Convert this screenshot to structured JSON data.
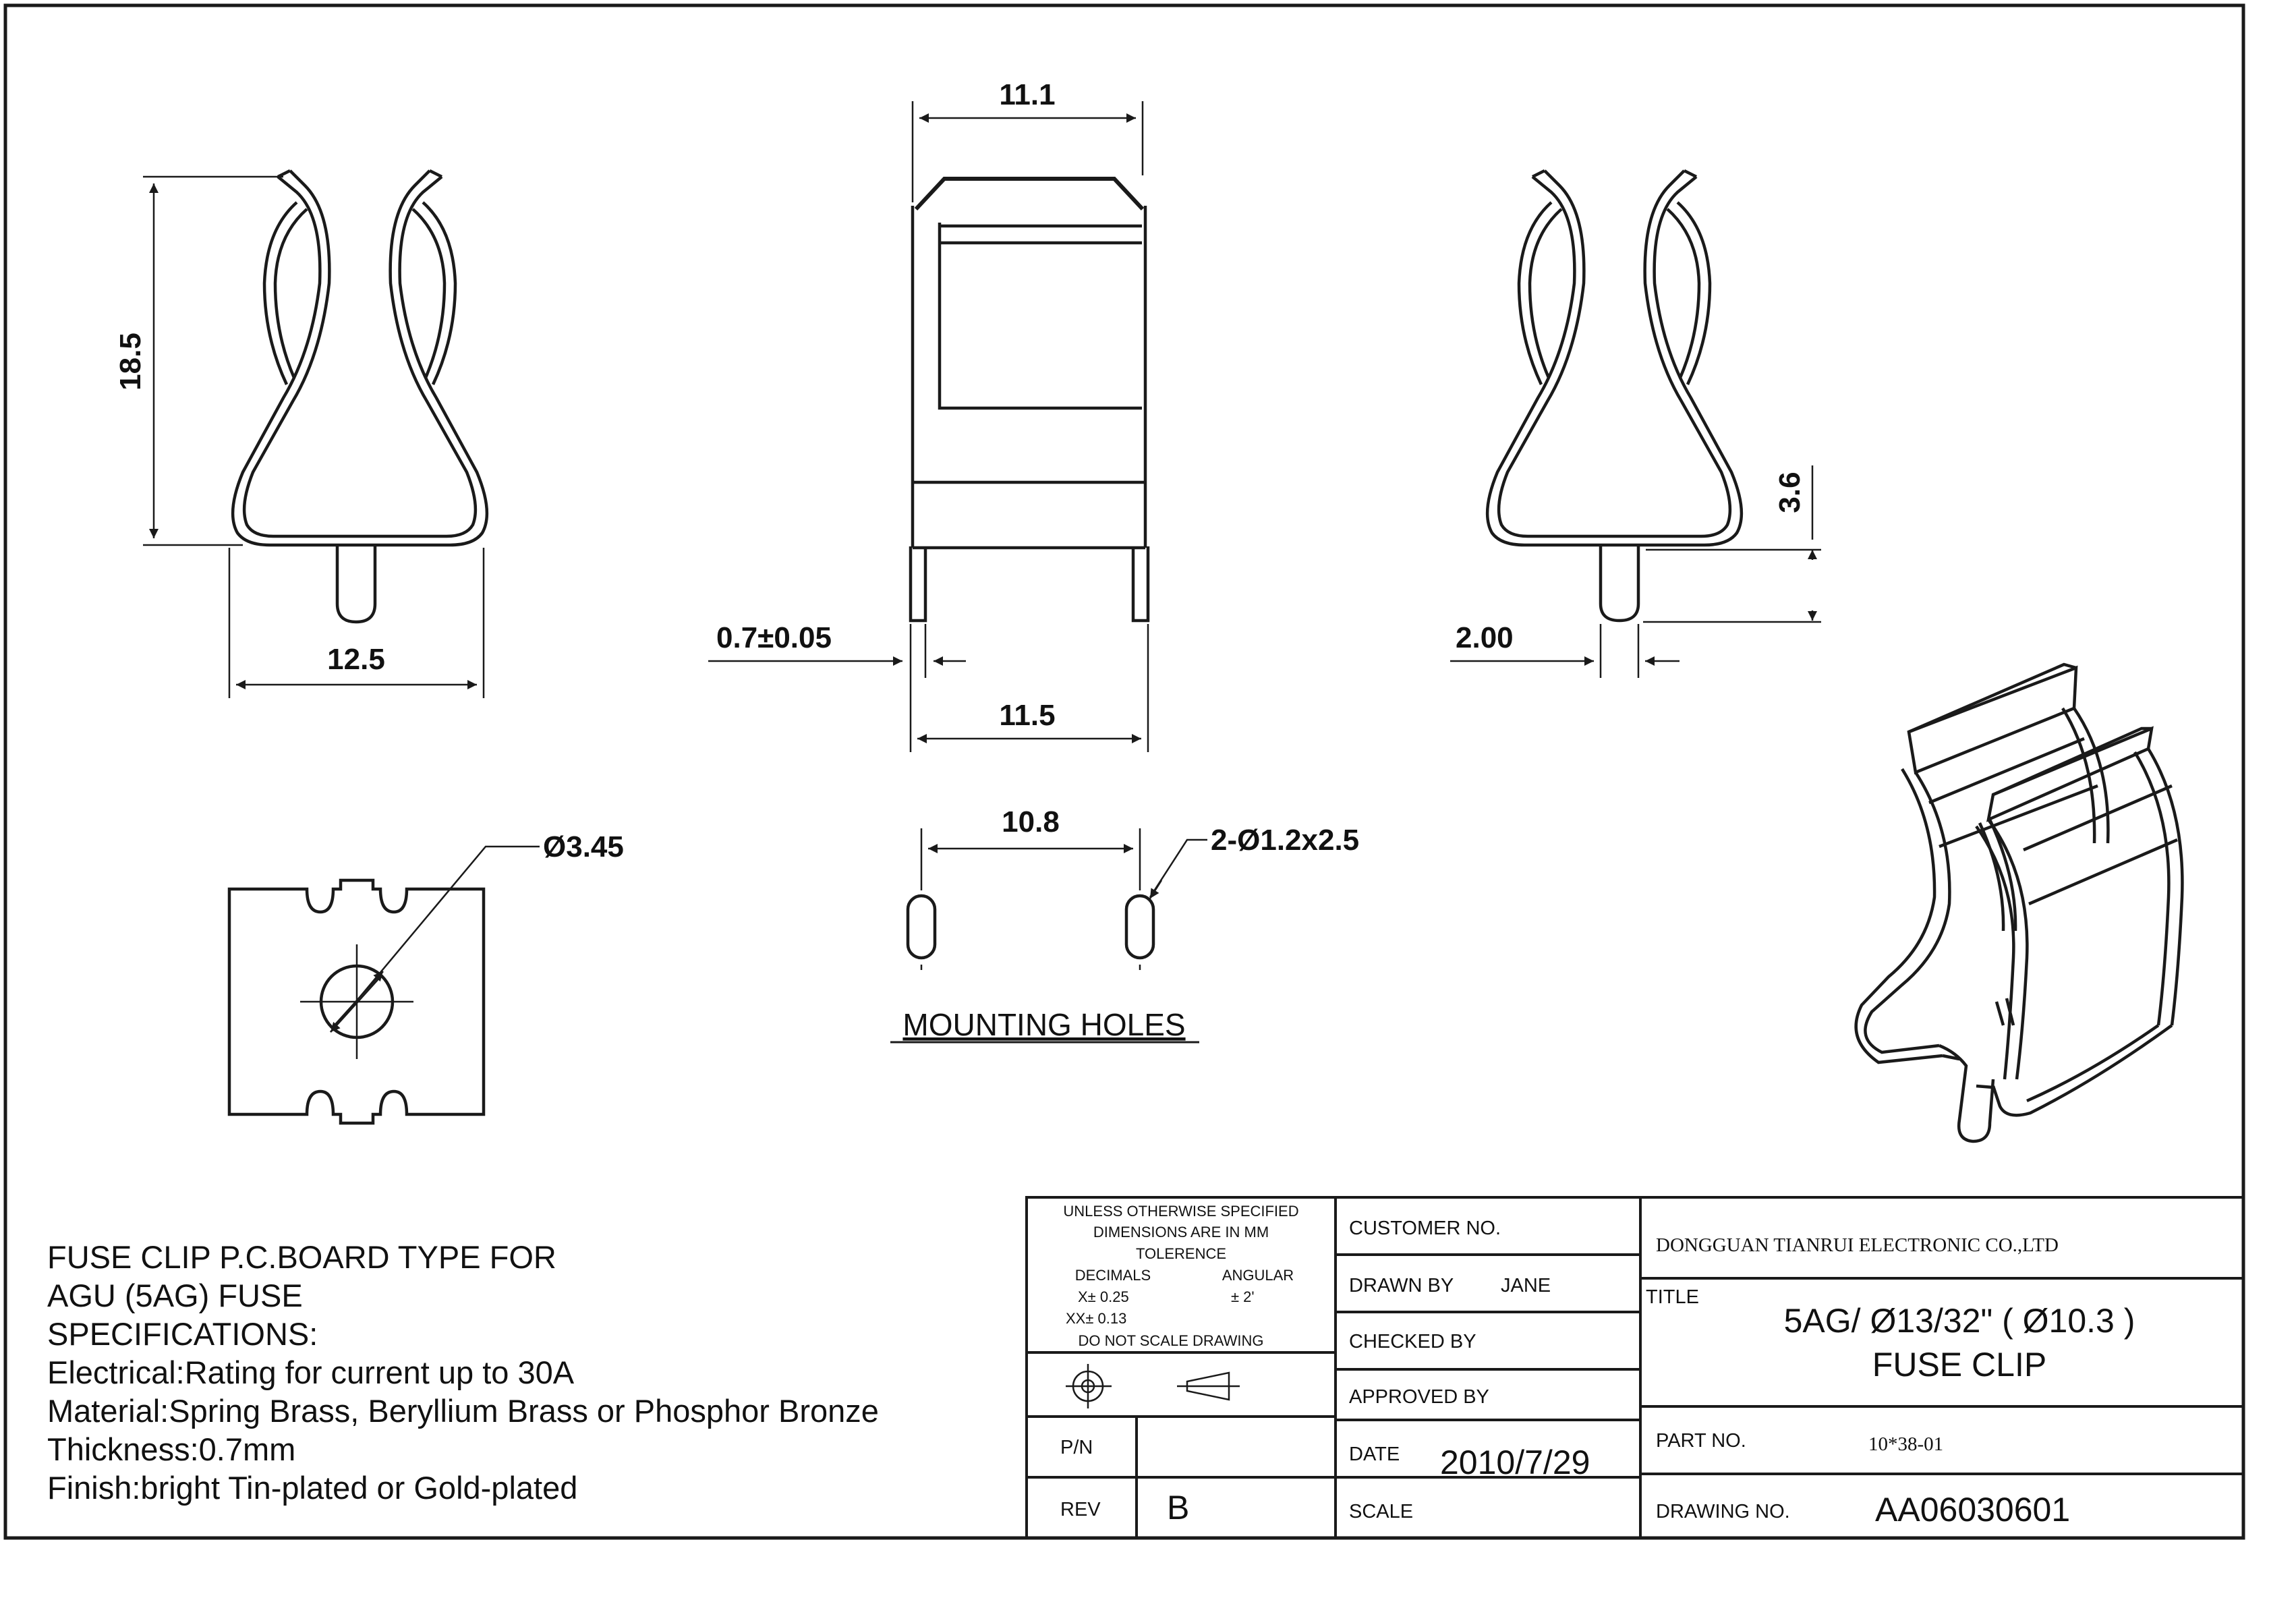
{
  "dimensions": {
    "front_height": "18.5",
    "front_width": "12.5",
    "top_width": "11.1",
    "lead_thickness": "0.7±0.05",
    "overall_width": "11.5",
    "side_lead_height": "3.6",
    "side_lead_width": "2.00",
    "hole_diameter": "Ø3.45",
    "hole_spacing": "10.8",
    "slot_callout": "2-Ø1.2x2.5"
  },
  "mounting_holes_label": "MOUNTING HOLES",
  "specs": [
    "FUSE CLIP P.C.BOARD TYPE FOR",
    "AGU (5AG) FUSE",
    "SPECIFICATIONS:",
    "Electrical:Rating for current up to 30A",
    "Material:Spring Brass, Beryllium Brass or Phosphor Bronze",
    "Thickness:0.7mm",
    "Finish:bright Tin-plated or Gold-plated"
  ],
  "title_block": {
    "tolerance_note": [
      "UNLESS OTHERWISE SPECIFIED",
      "DIMENSIONS ARE IN MM",
      "TOLERENCE"
    ],
    "decimals_label": "DECIMALS",
    "angular_label": "ANGULAR",
    "x_tol": "X± 0.25",
    "xx_tol": "XX± 0.13",
    "angular_tol": "± 2'",
    "no_scale": "DO NOT SCALE DRAWING",
    "pn_label": "P/N",
    "pn_value": "",
    "rev_label": "REV",
    "rev_value": "B",
    "customer_label": "CUSTOMER NO.",
    "drawn_by_label": "DRAWN BY",
    "drawn_by_value": "JANE",
    "checked_by_label": "CHECKED BY",
    "approved_by_label": "APPROVED BY",
    "date_label": "DATE",
    "date_value": "2010/7/29",
    "scale_label": "SCALE",
    "company": "DONGGUAN TIANRUI ELECTRONIC CO.,LTD",
    "title_label": "TITLE",
    "title_line1": "5AG/ Ø13/32\" ( Ø10.3 )",
    "title_line2": "FUSE CLIP",
    "part_no_label": "PART NO.",
    "part_no_value": "10*38-01",
    "drawing_no_label": "DRAWING NO.",
    "drawing_no_value": "AA06030601"
  },
  "colors": {
    "ink": "#1a1a1a",
    "paper": "#ffffff"
  }
}
